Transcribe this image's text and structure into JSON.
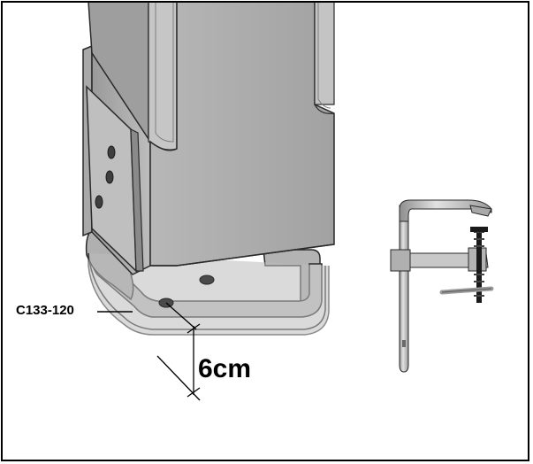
{
  "annotations": {
    "part_number": "C133-120",
    "dimension": "6cm"
  },
  "colors": {
    "border": "#000000",
    "steel_light": "#c4c4c4",
    "steel_mid": "#a8a8a8",
    "steel_dark": "#8c8c8c",
    "clamp_rod": "#b8b8b8",
    "clamp_screw": "#1a1a1a"
  },
  "icons": {
    "post": "square-steel-post-illustration",
    "bracket": "u-bracket-base-illustration",
    "clamp": "f-clamp-tool-illustration"
  }
}
